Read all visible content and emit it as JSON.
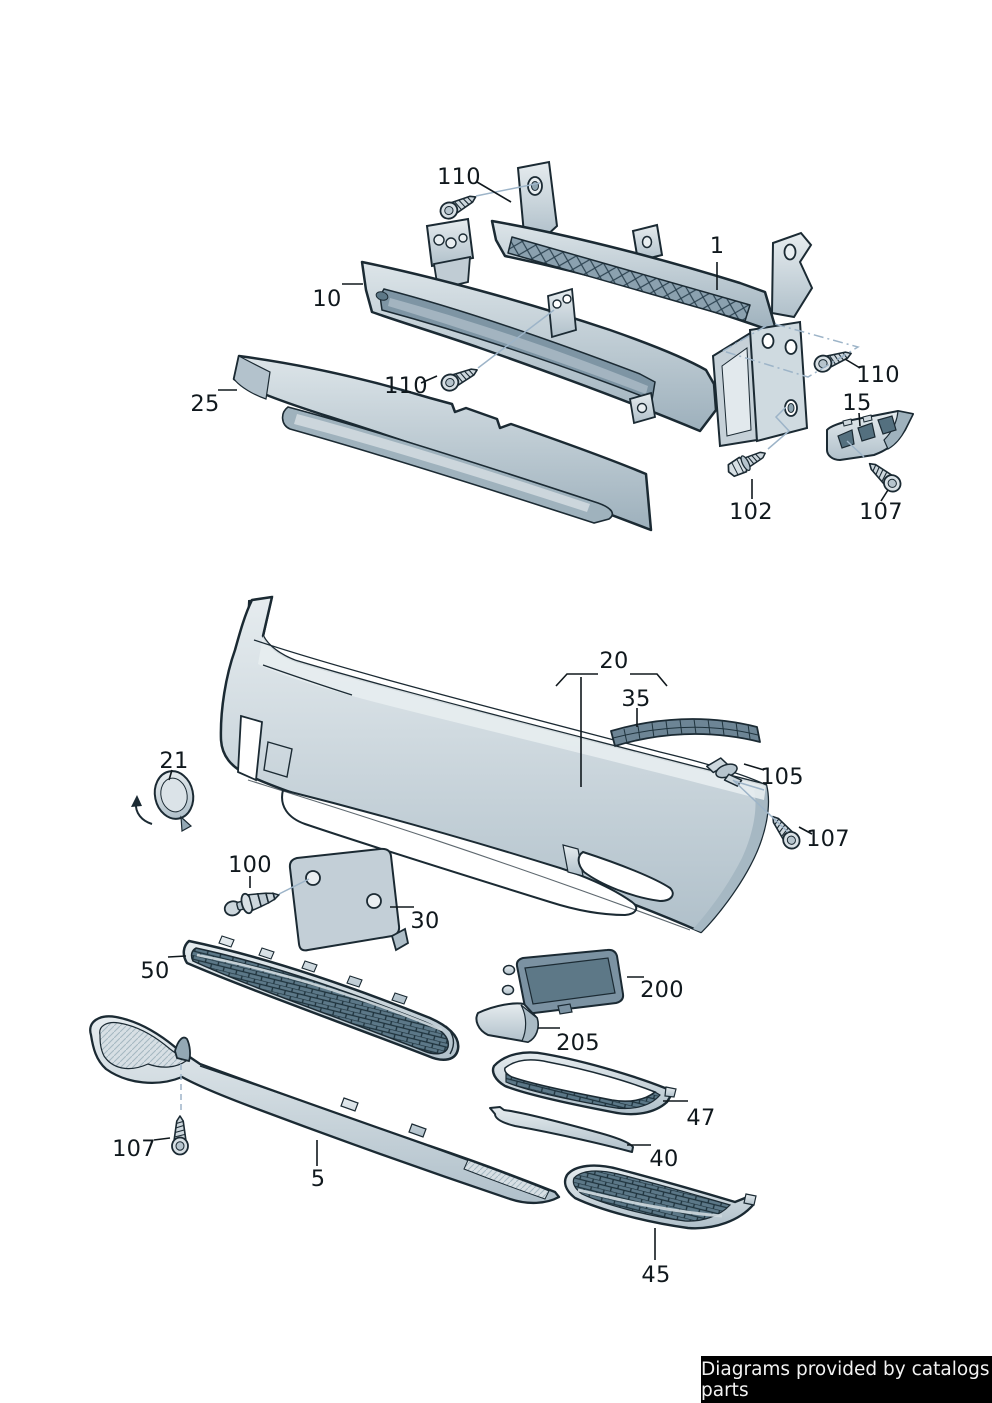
{
  "footer": {
    "text": "Diagrams provided by catalogs parts"
  },
  "part_numbers": [
    "1",
    "5",
    "10",
    "15",
    "20",
    "21",
    "25",
    "30",
    "35",
    "40",
    "45",
    "47",
    "50",
    "100",
    "102",
    "105",
    "107",
    "110",
    "200",
    "205"
  ],
  "labels": {
    "l110_top": "110",
    "l1": "1",
    "l10": "10",
    "l110_mid": "110",
    "l25": "25",
    "l110_right": "110",
    "l15": "15",
    "l102": "102",
    "l107_topright": "107",
    "l20": "20",
    "l35": "35",
    "l21": "21",
    "l105": "105",
    "l107_midright": "107",
    "l100": "100",
    "l30": "30",
    "l50": "50",
    "l200": "200",
    "l205": "205",
    "l47": "47",
    "l40": "40",
    "l107_bottomleft": "107",
    "l5": "5",
    "l45": "45"
  },
  "colors": {
    "outline": "#1b2a33",
    "body_light": "#e6ecef",
    "body_mid": "#b0c0ca",
    "body_dark": "#8fa5b1",
    "mesh_dark": "#5c7888",
    "leader_blue": "#9db4c8",
    "label_text": "#10181d",
    "footer_bg": "#000000",
    "footer_text": "#f2f2f2"
  }
}
